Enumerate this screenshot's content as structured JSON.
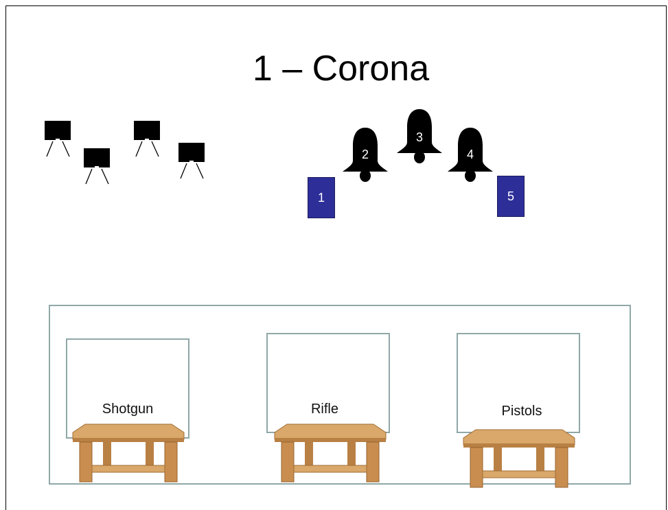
{
  "title": "1 – Corona",
  "targets": {
    "rectangles": [
      {
        "label": "1",
        "color": "#2e2e99"
      },
      {
        "label": "5",
        "color": "#2e2e99"
      }
    ],
    "bells": [
      {
        "label": "2"
      },
      {
        "label": "3"
      },
      {
        "label": "4"
      }
    ],
    "stands": [
      "stand-target",
      "stand-target",
      "stand-target",
      "stand-target"
    ]
  },
  "stations": [
    {
      "label": "Shotgun"
    },
    {
      "label": "Rifle"
    },
    {
      "label": "Pistols"
    }
  ],
  "colors": {
    "target_blue": "#2e2e99",
    "bell": "#000000",
    "box_border": "#8fa7a7",
    "wood": "#c9955a"
  }
}
